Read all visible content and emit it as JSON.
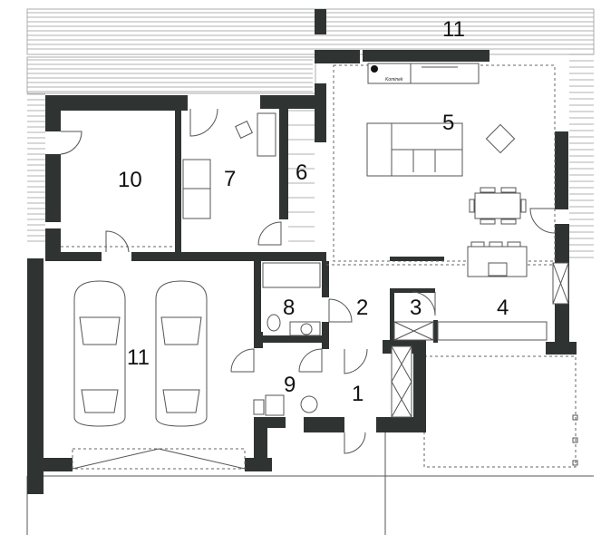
{
  "rooms": [
    {
      "id": "1"
    },
    {
      "id": "2"
    },
    {
      "id": "3"
    },
    {
      "id": "4"
    },
    {
      "id": "5"
    },
    {
      "id": "6"
    },
    {
      "id": "7"
    },
    {
      "id": "8"
    },
    {
      "id": "9"
    },
    {
      "id": "10"
    },
    {
      "id": "11"
    },
    {
      "id": "11"
    }
  ],
  "fireplace_label": "Kominek",
  "colors": {
    "wall": "#2f3433",
    "line": "#555555"
  }
}
